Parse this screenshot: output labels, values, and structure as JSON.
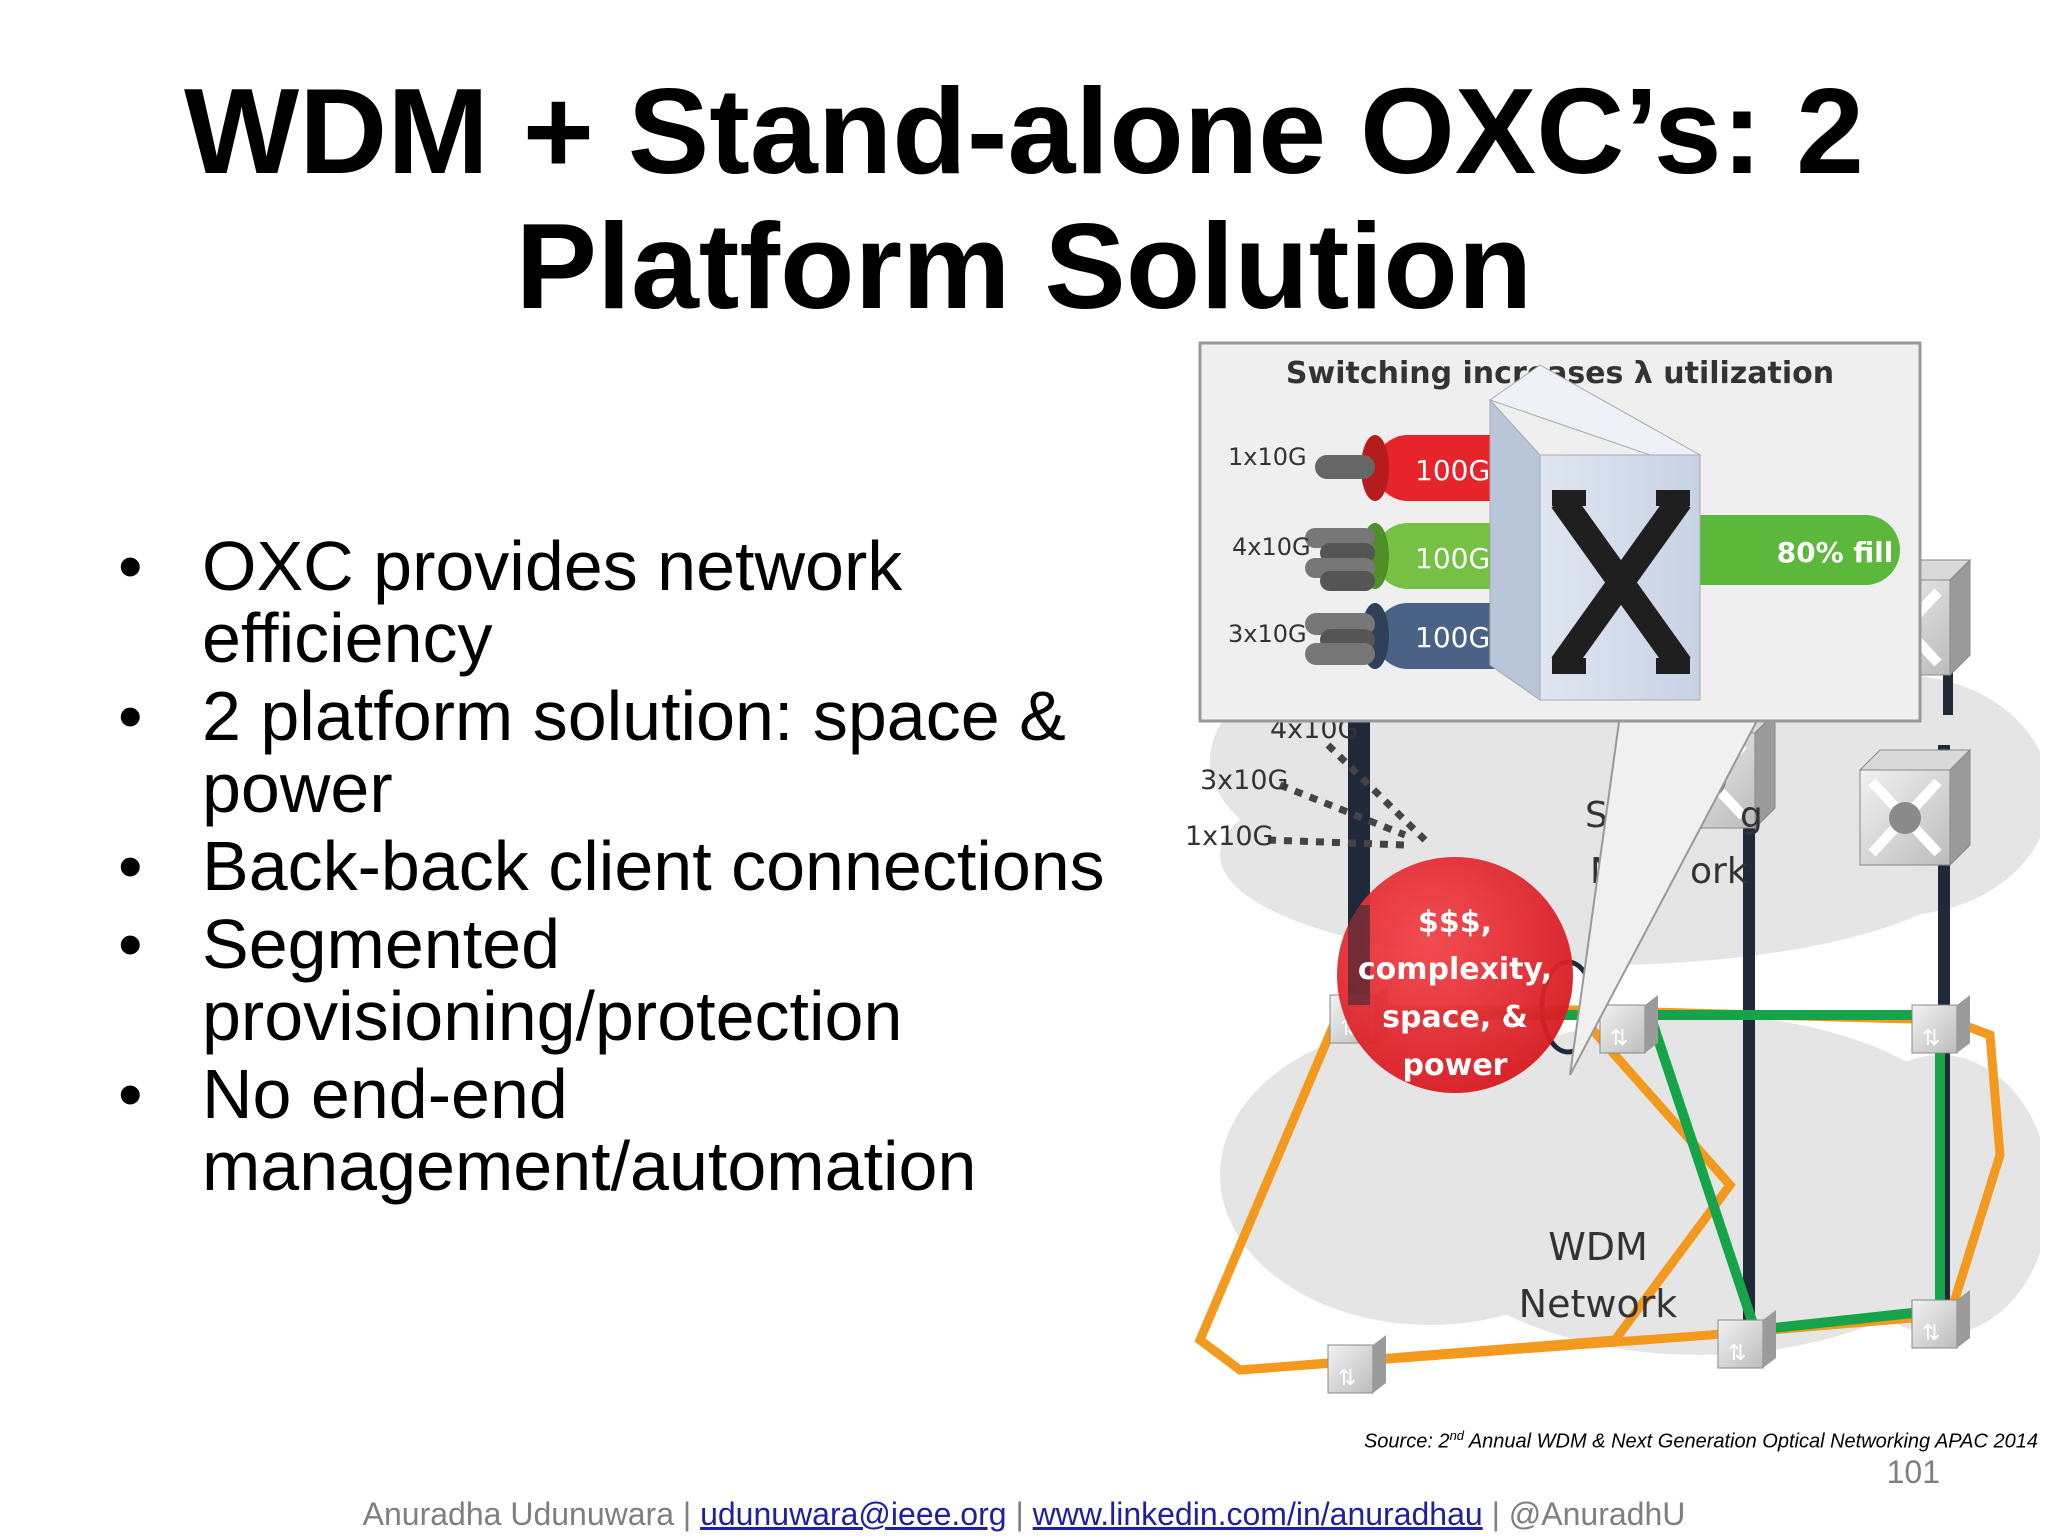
{
  "slide": {
    "title_line1": "WDM + Stand-alone OXC’s: 2",
    "title_line2": "Platform Solution",
    "bullets": [
      {
        "line1": "OXC provides network",
        "line2": "efficiency"
      },
      {
        "line1": "2 platform solution: space &",
        "line2": "power"
      },
      {
        "line1": "Back-back client connections",
        "line2": ""
      },
      {
        "line1": "Segmented",
        "line2": "provisioning/protection"
      },
      {
        "line1": "No end-end",
        "line2": "management/automation"
      }
    ],
    "bullet_glyph": "•"
  },
  "diagram": {
    "callout_title": "Switching increases λ utilization",
    "inputs": [
      {
        "label": "1x10G",
        "lambda": "100G λ",
        "color": "#e8242b"
      },
      {
        "label": "4x10G",
        "lambda": "100G λ",
        "color": "#76c043"
      },
      {
        "label": "3x10G",
        "lambda": "100G λ",
        "color": "#4a6285"
      }
    ],
    "output_label": "80% fill",
    "output_color": "#5cb83a",
    "client_labels": [
      "4x10G",
      "3x10G",
      "1x10G"
    ],
    "switching_network_fragments": [
      "Sv",
      "g",
      "N",
      "ork"
    ],
    "cost_bubble": [
      "$$$,",
      "complexity,",
      "space, &",
      "power"
    ],
    "wdm_label_line1": "WDM",
    "wdm_label_line2": "Network",
    "ring_color": "#f39a1e",
    "path_color": "#16a34a",
    "bubble_color": "#e8242b",
    "icons": [
      "oxc-switch-icon",
      "wdm-node-icon"
    ]
  },
  "source": {
    "prefix": "Source: 2",
    "sup": "nd",
    "rest": " Annual WDM & Next Generation Optical Networking APAC 2014"
  },
  "page_number": "101",
  "footer": {
    "name": "Anuradha Udunuwara |",
    "email": "udunuwara@ieee.org",
    "sep1": " |",
    "linkedin": "www.linkedin.com/in/anuradhau",
    "sep2": " | @AnuradhU"
  }
}
